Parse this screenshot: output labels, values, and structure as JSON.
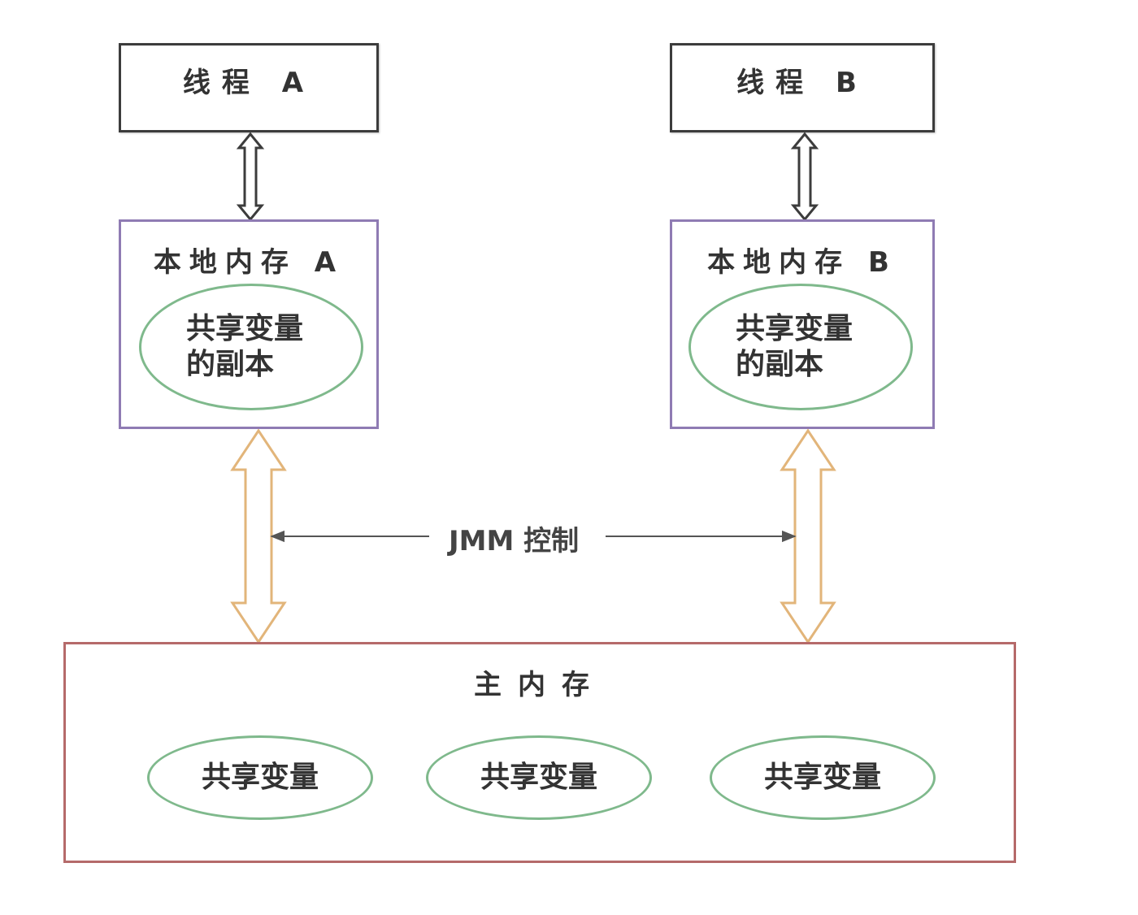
{
  "thread_a": {
    "title": "线程 A"
  },
  "thread_b": {
    "title": "线程 B"
  },
  "local_a": {
    "title": "本地内存 A",
    "copy": "共享变量的副本"
  },
  "local_b": {
    "title": "本地内存 B",
    "copy": "共享变量的副本"
  },
  "jmm": {
    "label": "JMM 控制"
  },
  "main_memory": {
    "title": "主内存",
    "variables": [
      "共享变量",
      "共享变量",
      "共享变量"
    ]
  },
  "colors": {
    "thread_border": "#3c3c3c",
    "local_border": "#8f7bb3",
    "main_border": "#b56a6a",
    "ellipse_border": "#7fb98c",
    "gold_arrow": "#e2b57a",
    "gray_arrow": "#555555"
  }
}
